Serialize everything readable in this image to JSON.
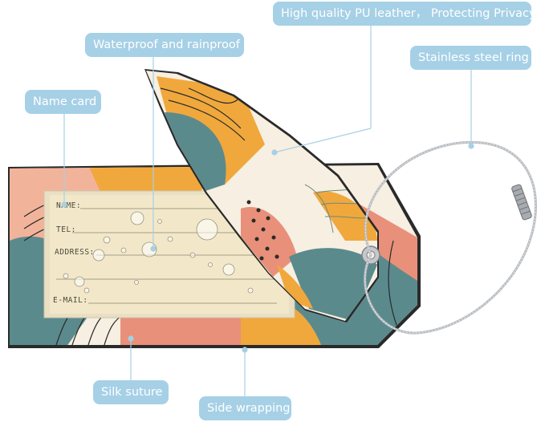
{
  "callouts": {
    "leather": "High quality PU leather，  Protecting Privacy",
    "waterproof": "Waterproof and rainproof",
    "ring": "Stainless steel ring",
    "name_card": "Name card",
    "silk": "Silk suture",
    "side": "Side wrapping"
  },
  "card_fields": {
    "name": "NAME:",
    "tel": "TEL:",
    "address": "ADDRESS:",
    "email": "E-MAIL:"
  },
  "colors": {
    "callout_bg": "#a6d0e6",
    "callout_text": "#ffffff",
    "leader_line": "#a6d0e6",
    "teal": "#5b8a8d",
    "mustard": "#f0a83c",
    "peach": "#f2b39b",
    "coral": "#e8907a",
    "cream": "#f7efe2",
    "card_paper": "#f2e8c9",
    "edge": "#2a2a2a",
    "ring_steel": "#b8bcc0"
  }
}
